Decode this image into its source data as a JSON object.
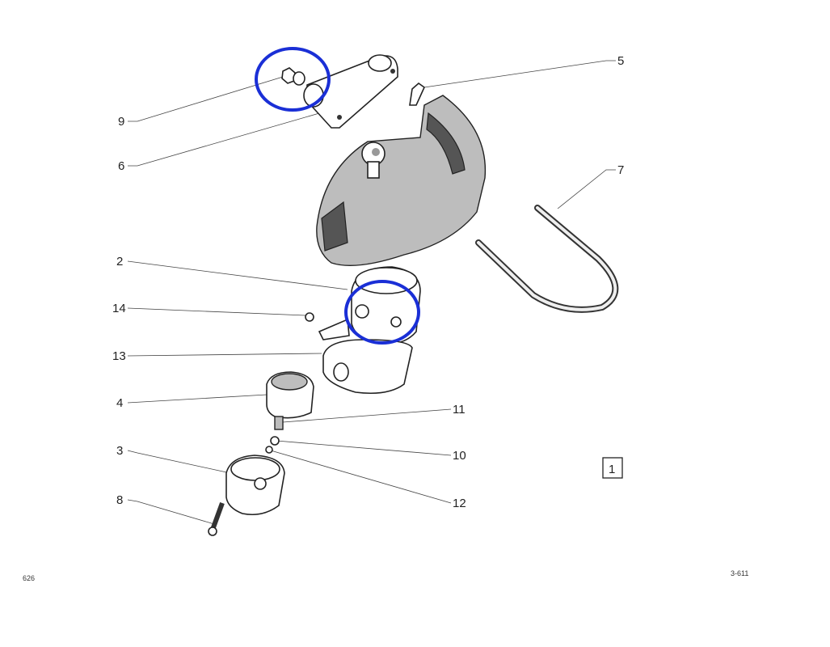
{
  "diagram": {
    "callouts": [
      "5",
      "9",
      "6",
      "7",
      "2",
      "14",
      "13",
      "4",
      "11",
      "10",
      "3",
      "12",
      "8"
    ],
    "figure_number": "1",
    "page_left": "626",
    "page_right": "3-611",
    "highlight_color": "#1a2fd6"
  }
}
